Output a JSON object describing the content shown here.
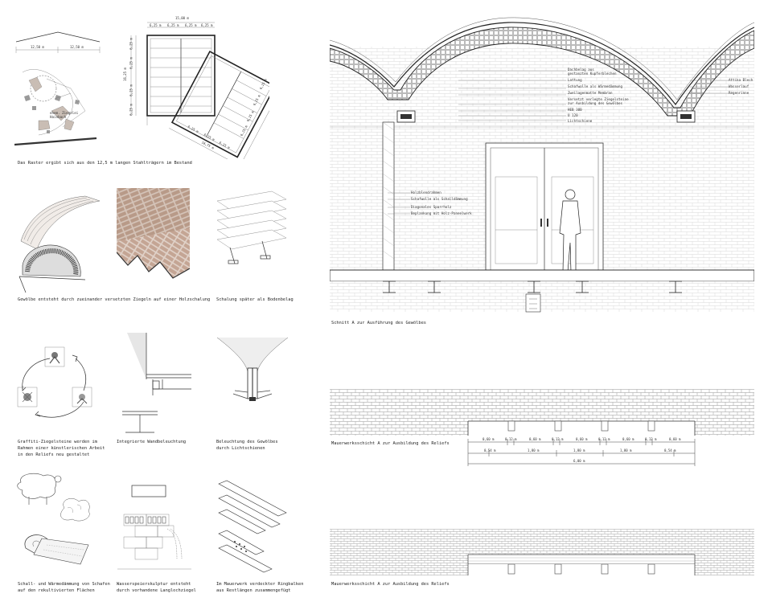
{
  "captions": {
    "raster": "Das Raster ergibt sich aus den 12,5 m langen Stahlträgern im Bestand",
    "gewoelbe": "Gewölbe entsteht durch zueinander versetzten Ziegeln auf einer Holzschalung",
    "schalung": "Schalung später als Bodenbelag",
    "graffiti": "Graffiti-Ziegelsteine werden im\nRahmen einer künstlerischen Arbeit\nin den Reliefs neu gestaltet",
    "wandbeleuchtung": "Integrierte Wandbeleuchtung",
    "lichtschienen": "Beleuchtung des Gewölbes\ndurch Lichtschienen",
    "daemmung": "Schall- und Wärmedämmung von Schafen\nauf den rekultivierten Flächen",
    "wasserspeier": "Wasserspeierskulptur entsteht\ndurch vorhandene Langlochziegel",
    "ringbalken": "Im Mauerwerk verdeckter Ringbalken\naus Restlängen zusammengefügt",
    "schnitt": "Schnitt A zur Ausführung des Gewölbes",
    "mauerwerk1": "Mauerwerksschicht A zur Ausbildung des Reliefs",
    "mauerwerk2": "Mauerwerksschicht A zur Ausbildung des Reliefs"
  },
  "raster_dims": {
    "left": "12,50 m",
    "right": "12,50 m"
  },
  "site_label": "ehem. Ziegelei\nHainbach",
  "grid_dims": {
    "top_total": "15,00 m",
    "top_parts": [
      "6,25 m",
      "6,25 m",
      "6,25 m",
      "6,25 m"
    ],
    "left_total": "16,25 m",
    "left_parts": [
      "6,25 m",
      "6,25 m",
      "6,25 m",
      "6,25 m"
    ],
    "bottom_parts": [
      "6,25 m",
      "6,25 m",
      "6,25 m"
    ],
    "bottom_total": "18,75 m",
    "right_parts": [
      "6,25 m",
      "6,25 m",
      "6,25 m",
      "6,25 m"
    ]
  },
  "section_labels_right": [
    "Dachbelag aus\ngestanzten Kupferblechen",
    "Lattung",
    "Schafwolle als Wärmedämmung",
    "Zweilagenmatte Membran",
    "Versetzt verlegte Ziegelsteine\nzur Ausbildung des Gewölbes",
    "HEB 300",
    "U 120",
    "Lichtschiene"
  ],
  "section_labels_far": [
    "Attika Blech",
    "Wasserlauf",
    "Regenrinne"
  ],
  "section_labels_wall": [
    "Holzblendrahmen",
    "Schafwolle als Schalldämmung",
    "Diagonales Sparrholz",
    "Beplankung mit Holz-Paneelwerk"
  ],
  "relief_dims": {
    "row1": [
      "0,60 m",
      "0,12 m",
      "0,60 m",
      "0,12 m",
      "0,60 m",
      "0,12 m",
      "0,60 m",
      "0,12 m",
      "0,60 m"
    ],
    "row2": [
      "0,54 m",
      "1,80 m",
      "1,80 m",
      "1,80 m",
      "0,54 m"
    ],
    "row3": "6,00 m"
  }
}
